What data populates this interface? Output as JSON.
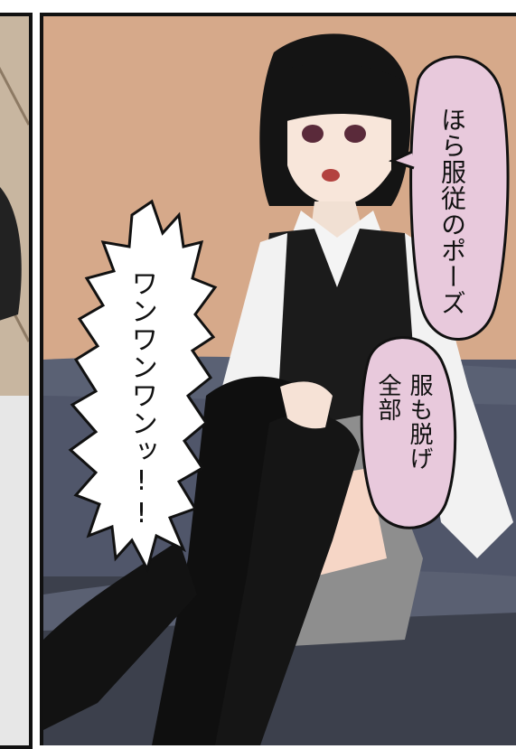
{
  "panels": {
    "main": {
      "bubbles": [
        {
          "kind": "thought",
          "text": "ほら服従のポーズ"
        },
        {
          "kind": "thought",
          "lines": [
            "服も脱げ",
            "全部"
          ]
        },
        {
          "kind": "shout",
          "text": "ワンワンワンッ!!"
        }
      ]
    }
  },
  "colors": {
    "wall": "#d6a98a",
    "sofa": "#4a4f5c",
    "sofa_shadow": "#2f333c",
    "bubble_pink": "#e8c9dc",
    "hair": "#141414",
    "skin": "#f7e3d6",
    "skirt": "#8e8e8e",
    "vest": "#1b1b1b",
    "shirt": "#f4f4f4"
  }
}
